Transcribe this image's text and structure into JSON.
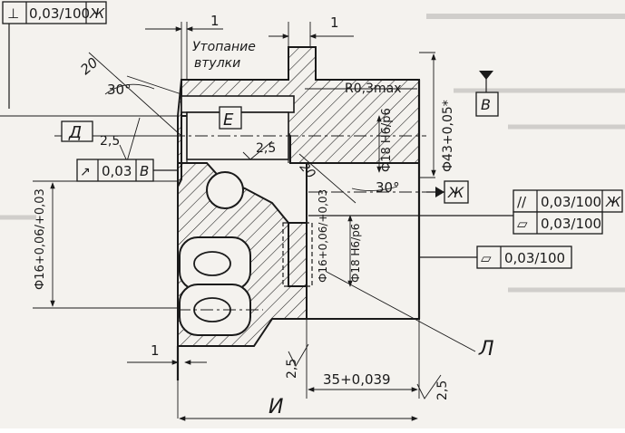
{
  "tolerance_frames": {
    "perpendicularity": {
      "symbol": "⊥",
      "value": "0,03/100",
      "datum": "Ж"
    },
    "runout": {
      "symbol": "↗",
      "value": "0,03",
      "datum": "В"
    },
    "parallelism": {
      "symbol": "//",
      "value": "0,03/100",
      "datum": "Ж"
    },
    "flatness": {
      "symbol": "▱",
      "value": "0,03/100"
    },
    "flatness_2": {
      "symbol": "▱",
      "value": "0,03/100"
    }
  },
  "notes": {
    "sink_label": "Утопание",
    "sink_label2": "втулки",
    "radius": "R0,3max"
  },
  "dimensions": {
    "one_top_left": "1",
    "one_top_right": "1",
    "one_bottom": "1",
    "angle_30_top": "30°",
    "angle_30_mid": "30°",
    "chamfer_20_top": "20",
    "chamfer_20_mid": "20",
    "rough_2_5_left": "2,5",
    "rough_2_5_mid": "2,5",
    "rough_2_5_bottom1": "2,5",
    "rough_2_5_bottom2": "2,5",
    "dia_18_h6_p6_a": "Ф18 H6/р6",
    "dia_18_h6_p6_b": "Ф18 H6/р6",
    "dia_43": "Ф43+0,05*",
    "dia_16_left": "Ф16+0,06/+0,03",
    "dia_16_inner": "Ф16+0,06/+0,03",
    "len_35": "35+0,039",
    "letter_I": "И"
  },
  "datum_labels": {
    "V": "В",
    "Zh": "Ж",
    "D": "Д",
    "E": "Е",
    "L": "Л"
  }
}
